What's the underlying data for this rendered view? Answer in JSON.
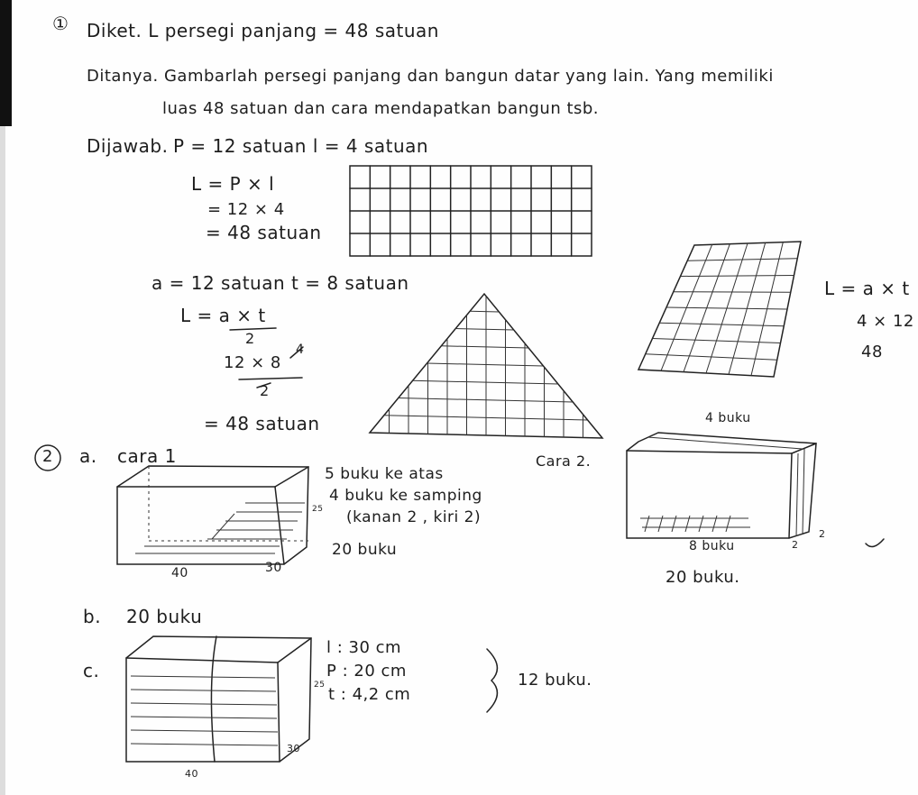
{
  "q1": {
    "number": "①",
    "known": "Diket. L persegi panjang = 48 satuan",
    "asked_line1": "Ditanya. Gambarlah persegi panjang dan bangun datar yang lain. Yang memiliki",
    "asked_line2": "luas 48 satuan dan cara mendapatkan bangun tsb.",
    "answered_label": "Dijawab.",
    "rect_dims": "P = 12 satuan   l = 4 satuan",
    "rect_formula": "L = P × l",
    "rect_step1": "= 12 × 4",
    "rect_result": "= 48 satuan",
    "rect_grid": {
      "cols": 12,
      "rows": 4
    },
    "tri_dims": "a = 12 satuan   t = 8 satuan",
    "tri_formula": "L = a × t",
    "tri_denominator": "2",
    "tri_step_num": "12 × 8",
    "tri_step_den": "2",
    "tri_step_cancel": "4",
    "tri_result": "= 48 satuan",
    "para_formula": "L = a × t",
    "para_step": "4 × 12",
    "para_result": "48"
  },
  "q2": {
    "number": "2",
    "part_a": "a.",
    "way1": "cara 1",
    "box1_width": "40",
    "box1_depth": "30",
    "box1_height": "25",
    "note_up": "5 buku ke atas",
    "note_side": "4 buku ke samping",
    "note_split": "(kanan 2 , kiri 2)",
    "note_total": "20 buku",
    "way2": "Cara 2.",
    "box2_top": "4 buku",
    "box2_bottom": "8 buku",
    "box2_d1": "2",
    "box2_d2": "2",
    "box2_total": "20 buku.",
    "part_b": "b.",
    "b_answer": "20 buku",
    "part_c": "c.",
    "c_l": "l : 30 cm",
    "c_p": "P : 20 cm",
    "c_t": "t : 4,2 cm",
    "c_result": "12 buku.",
    "box3_width": "40",
    "box3_depth": "30",
    "box3_height": "25"
  },
  "colors": {
    "ink": "#1e1e1e",
    "paper": "#fefefe"
  }
}
